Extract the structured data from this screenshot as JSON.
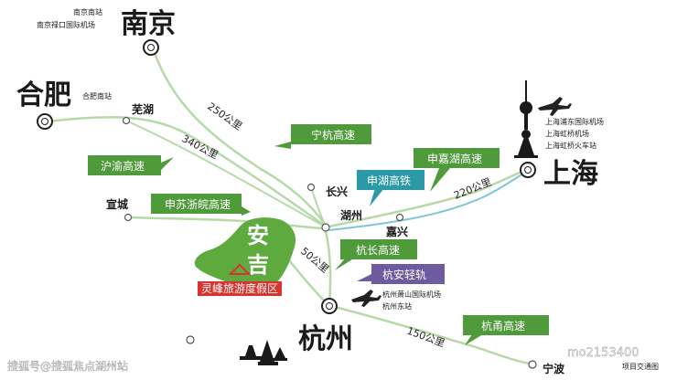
{
  "cities": {
    "nanjing": "南京",
    "hefei": "合肥",
    "shanghai": "上海",
    "hangzhou": "杭州",
    "anji_1": "安",
    "anji_2": "吉"
  },
  "towns": {
    "wuhu": "芜湖",
    "xuancheng": "宣城",
    "changxing": "长兴",
    "huzhou": "湖州",
    "jiaxing": "嘉兴",
    "ningbo": "宁波"
  },
  "stations": {
    "nanjing_south": "南京南站",
    "nanjing_airport": "南京禄口国际机场",
    "hefei_south": "合肥南站",
    "shanghai_pudong": "上海浦东国际机场",
    "shanghai_hongqiao": "上海虹桥机场",
    "shanghai_hongqiao_rail": "上海虹桥火车站",
    "hangzhou_airport": "杭州萧山国际机场",
    "hangzhou_east": "杭州东站"
  },
  "highways": {
    "ninghang": "宁杭高速",
    "huyu": "沪渝高速",
    "shensu": "申苏浙皖高速",
    "shenjiahu": "申嘉湖高速",
    "shenhu_rail": "申湖高铁",
    "hangchang": "杭长高速",
    "hangan_rail": "杭安轻轨",
    "hangyong": "杭甬高速"
  },
  "distances": {
    "d250": "250公里",
    "d340": "340公里",
    "d220": "220公里",
    "d50": "50公里",
    "d150": "150公里"
  },
  "resort": "灵峰旅游度假区",
  "watermark": {
    "left": "搜狐号@搜狐焦点湖州站",
    "right": "mo2153400",
    "right_sub": "项目交通图"
  },
  "colors": {
    "highway_box": "#4f9a3a",
    "rail_box": "#2b9aa6",
    "light_rail_box": "#6e5a9e",
    "anji_green": "#5faa3f",
    "resort_red": "#d8332e",
    "road_line": "#9cc98a"
  }
}
